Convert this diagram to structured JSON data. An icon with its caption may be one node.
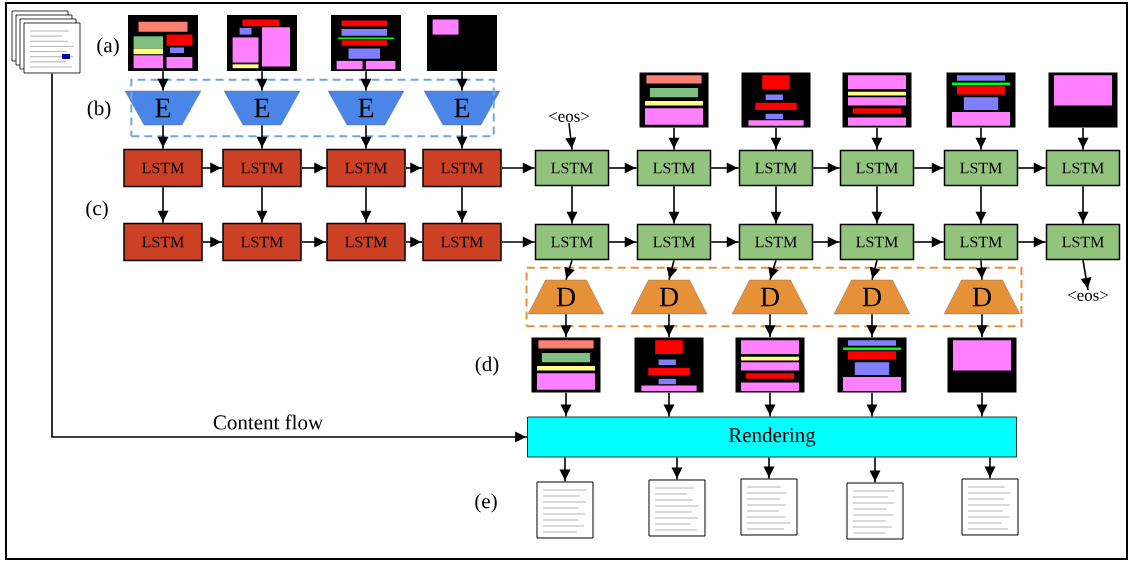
{
  "diagram": {
    "nodes": [
      {
        "text": [],
        "shape": "picture"
      },
      {
        "text": [],
        "shape": "picture"
      },
      {
        "text": [],
        "shape": "picture"
      },
      {
        "text": [],
        "shape": "picture"
      },
      {
        "text": [],
        "shape": "picture"
      },
      {
        "text": [],
        "shape": "box"
      },
      {
        "text": [
          "E"
        ],
        "in": 5
      },
      {
        "text": [
          "E"
        ],
        "in": 5
      },
      {
        "text": [
          "E"
        ],
        "in": 5
      },
      {
        "text": [
          "E"
        ],
        "in": 5
      },
      {
        "text": [
          "<eos>"
        ]
      },
      {
        "text": [],
        "shape": "picture"
      },
      {
        "text": [],
        "shape": "picture"
      },
      {
        "text": [],
        "shape": "picture"
      },
      {
        "text": [],
        "shape": "picture"
      },
      {
        "text": [],
        "shape": "picture"
      },
      {
        "text": [
          "LSTM"
        ]
      },
      {
        "text": [
          "LSTM"
        ]
      },
      {
        "text": [
          "LSTM"
        ]
      },
      {
        "text": [
          "LSTM"
        ]
      },
      {
        "text": [
          "LSTM"
        ]
      },
      {
        "text": [
          "LSTM"
        ]
      },
      {
        "text": [
          "LSTM"
        ]
      },
      {
        "text": [
          "LSTM"
        ]
      },
      {
        "text": [
          "LSTM"
        ]
      },
      {
        "text": [
          "LSTM"
        ]
      },
      {
        "text": [
          "LSTM"
        ]
      },
      {
        "text": [
          "LSTM"
        ]
      },
      {
        "text": [
          "LSTM"
        ]
      },
      {
        "text": [
          "LSTM"
        ]
      },
      {
        "text": [
          "LSTM"
        ]
      },
      {
        "text": [
          "LSTM"
        ]
      },
      {
        "text": [
          "LSTM"
        ]
      },
      {
        "text": [
          "LSTM"
        ]
      },
      {
        "text": [
          "LSTM"
        ]
      },
      {
        "text": [
          "LSTM"
        ]
      },
      {
        "text": [
          "<eos>"
        ]
      },
      {
        "text": [],
        "shape": "box"
      },
      {
        "text": [
          "D"
        ],
        "in": 37
      },
      {
        "text": [
          "D"
        ],
        "in": 37
      },
      {
        "text": [
          "D"
        ],
        "in": 37
      },
      {
        "text": [
          "D"
        ],
        "in": 37
      },
      {
        "text": [
          "D"
        ],
        "in": 37
      },
      {
        "text": [],
        "shape": "picture"
      },
      {
        "text": [],
        "shape": "picture"
      },
      {
        "text": [],
        "shape": "picture"
      },
      {
        "text": [],
        "shape": "picture"
      },
      {
        "text": [],
        "shape": "picture"
      },
      {
        "text": [
          "Rendering"
        ]
      },
      {
        "text": [],
        "shape": "picture"
      },
      {
        "text": [],
        "shape": "picture"
      },
      {
        "text": [],
        "shape": "picture"
      },
      {
        "text": [],
        "shape": "picture"
      },
      {
        "text": [],
        "shape": "picture"
      }
    ],
    "edges": [
      {
        "from": 1,
        "to": 6,
        "arrow": "to"
      },
      {
        "from": 2,
        "to": 7,
        "arrow": "to"
      },
      {
        "from": 3,
        "to": 8,
        "arrow": "to"
      },
      {
        "from": 4,
        "to": 9,
        "arrow": "to"
      },
      {
        "from": 6,
        "to": 16,
        "arrow": "to"
      },
      {
        "from": 7,
        "to": 17,
        "arrow": "to"
      },
      {
        "from": 8,
        "to": 18,
        "arrow": "to"
      },
      {
        "from": 9,
        "to": 19,
        "arrow": "to"
      },
      {
        "from": 10,
        "to": 20,
        "arrow": "to"
      },
      {
        "from": 11,
        "to": 21,
        "arrow": "to"
      },
      {
        "from": 12,
        "to": 22,
        "arrow": "to"
      },
      {
        "from": 13,
        "to": 23,
        "arrow": "to"
      },
      {
        "from": 14,
        "to": 24,
        "arrow": "to"
      },
      {
        "from": 15,
        "to": 25,
        "arrow": "to"
      },
      {
        "from": 16,
        "to": 17,
        "arrow": "to"
      },
      {
        "from": 17,
        "to": 18,
        "arrow": "to"
      },
      {
        "from": 18,
        "to": 19,
        "arrow": "to"
      },
      {
        "from": 19,
        "to": 20,
        "arrow": "to"
      },
      {
        "from": 20,
        "to": 21,
        "arrow": "to"
      },
      {
        "from": 21,
        "to": 22,
        "arrow": "to"
      },
      {
        "from": 22,
        "to": 23,
        "arrow": "to"
      },
      {
        "from": 23,
        "to": 24,
        "arrow": "to"
      },
      {
        "from": 24,
        "to": 25,
        "arrow": "to"
      },
      {
        "from": 16,
        "to": 26,
        "arrow": "to"
      },
      {
        "from": 17,
        "to": 27,
        "arrow": "to"
      },
      {
        "from": 18,
        "to": 28,
        "arrow": "to"
      },
      {
        "from": 19,
        "to": 29,
        "arrow": "to"
      },
      {
        "from": 20,
        "to": 30,
        "arrow": "to"
      },
      {
        "from": 21,
        "to": 31,
        "arrow": "to"
      },
      {
        "from": 22,
        "to": 32,
        "arrow": "to"
      },
      {
        "from": 23,
        "to": 33,
        "arrow": "to"
      },
      {
        "from": 24,
        "to": 34,
        "arrow": "to"
      },
      {
        "from": 25,
        "to": 35,
        "arrow": "to"
      },
      {
        "from": 26,
        "to": 27,
        "arrow": "to"
      },
      {
        "from": 27,
        "to": 28,
        "arrow": "to"
      },
      {
        "from": 28,
        "to": 29,
        "arrow": "to"
      },
      {
        "from": 29,
        "to": 30,
        "arrow": "to"
      },
      {
        "from": 30,
        "to": 31,
        "arrow": "to"
      },
      {
        "from": 31,
        "to": 32,
        "arrow": "to"
      },
      {
        "from": 32,
        "to": 33,
        "arrow": "to"
      },
      {
        "from": 33,
        "to": 34,
        "arrow": "to"
      },
      {
        "from": 34,
        "to": 35,
        "arrow": "to"
      },
      {
        "from": 30,
        "to": 38,
        "arrow": "to"
      },
      {
        "from": 31,
        "to": 39,
        "arrow": "to"
      },
      {
        "from": 32,
        "to": 40,
        "arrow": "to"
      },
      {
        "from": 33,
        "to": 41,
        "arrow": "to"
      },
      {
        "from": 34,
        "to": 42,
        "arrow": "to"
      },
      {
        "from": 35,
        "to": 36,
        "arrow": "to"
      },
      {
        "from": 38,
        "to": 43,
        "arrow": "to"
      },
      {
        "from": 39,
        "to": 44,
        "arrow": "to"
      },
      {
        "from": 40,
        "to": 45,
        "arrow": "to"
      },
      {
        "from": 41,
        "to": 46,
        "arrow": "to"
      },
      {
        "from": 42,
        "to": 47,
        "arrow": "to"
      },
      {
        "from": 43,
        "to": 48,
        "arrow": "to"
      },
      {
        "from": 44,
        "to": 48,
        "arrow": "to"
      },
      {
        "from": 45,
        "to": 48,
        "arrow": "to"
      },
      {
        "from": 46,
        "to": 48,
        "arrow": "to"
      },
      {
        "from": 47,
        "to": 48,
        "arrow": "to"
      },
      {
        "from": 48,
        "to": 49,
        "arrow": "to"
      },
      {
        "from": 48,
        "to": 50,
        "arrow": "to"
      },
      {
        "from": 48,
        "to": 51,
        "arrow": "to"
      },
      {
        "from": 48,
        "to": 52,
        "arrow": "to"
      },
      {
        "from": 48,
        "to": 53,
        "arrow": "to"
      },
      {
        "from": 0,
        "to": 48,
        "arrow": "to",
        "label": "Content flow"
      }
    ],
    "labels": [
      "(a)",
      "(b)",
      "(c)",
      "(d)",
      "(e)"
    ]
  }
}
